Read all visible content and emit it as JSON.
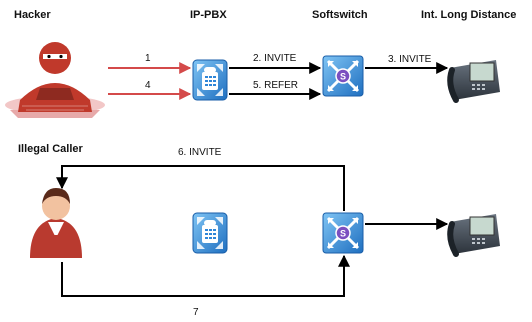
{
  "headers": {
    "hacker": "Hacker",
    "ippbx": "IP-PBX",
    "softswitch": "Softswitch",
    "intl": "Int. Long Distance",
    "illegal": "Illegal Caller"
  },
  "labels": {
    "step1": "1",
    "step4": "4",
    "step2": "2. INVITE",
    "step5": "5. REFER",
    "step3": "3. INVITE",
    "step6": "6. INVITE",
    "step7": "7"
  },
  "colors": {
    "attack_arrow": "#d44a4a",
    "flow_arrow": "#000000",
    "device_blue": "#2f86d8",
    "hacker_red": "#c0392b"
  },
  "icons": [
    "hacker-icon",
    "ippbx-icon",
    "softswitch-icon",
    "phone-icon",
    "illegal-caller-icon"
  ]
}
